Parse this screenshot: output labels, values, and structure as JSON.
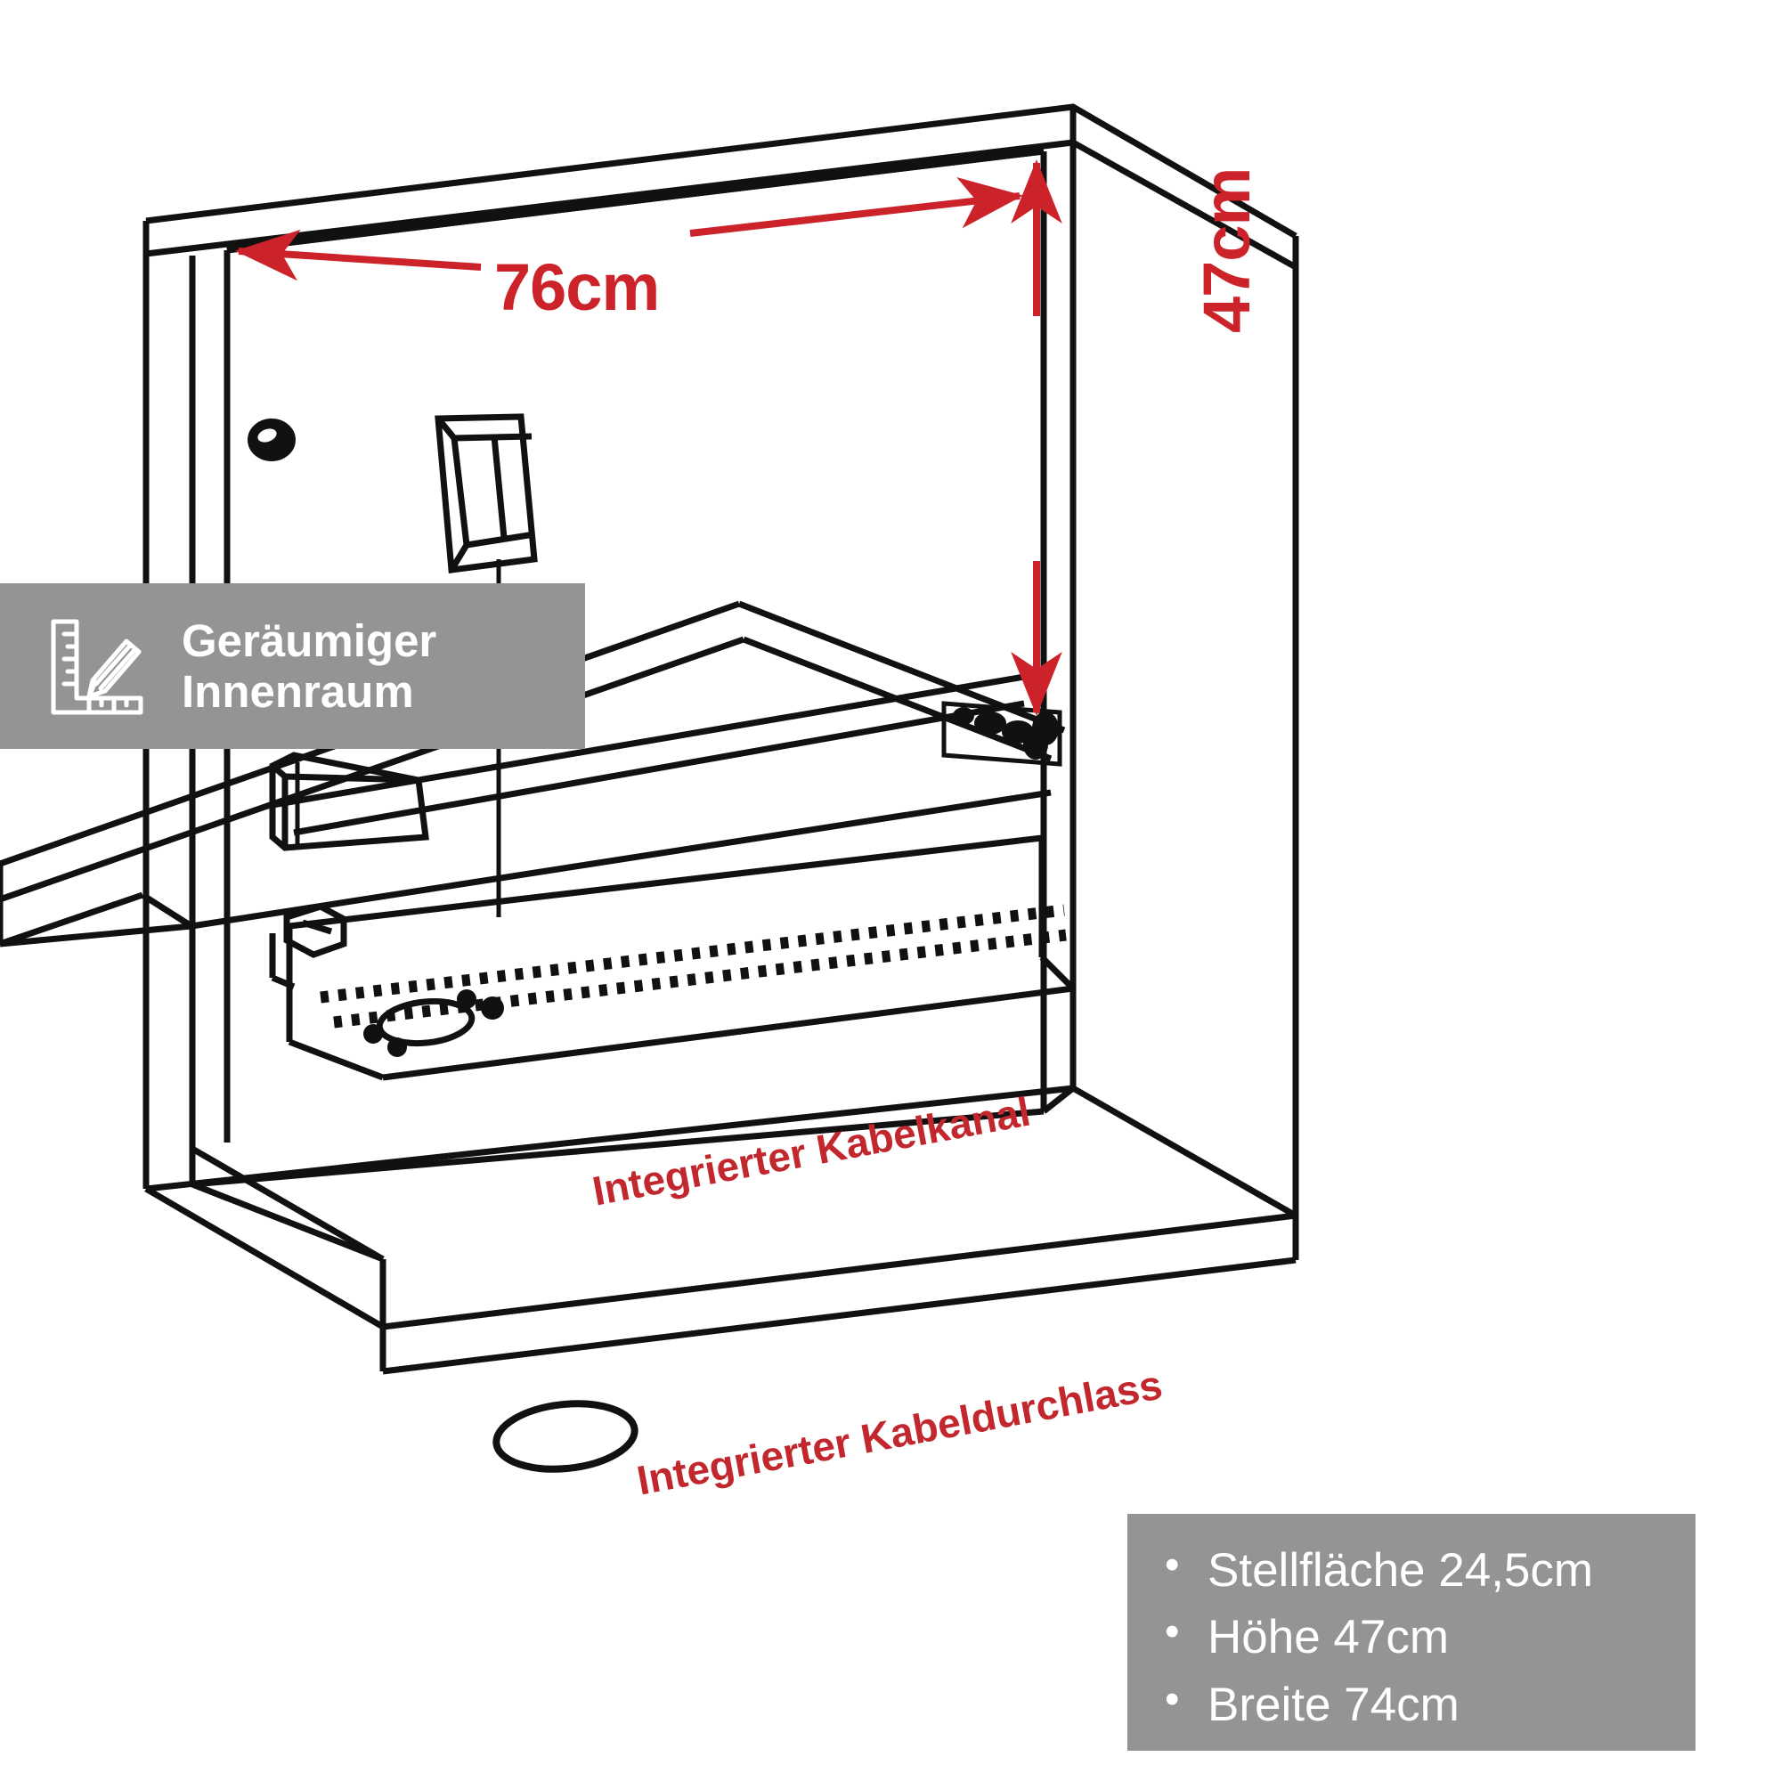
{
  "product": {
    "type": "Wandsekretär / wall-mounted folding desk",
    "view": "isometric technical line drawing, drop-down desk flap open"
  },
  "colors": {
    "dimension_red": "#cc2229",
    "callout_red": "#c1272d",
    "badge_grey": "#949494",
    "line_black": "#111111",
    "background": "#ffffff",
    "text_white": "#ffffff"
  },
  "dimensions": {
    "width": {
      "label": "76cm",
      "arrow": "double-headed-horizontal-arrow",
      "position": "top interior of cabinet"
    },
    "height": {
      "label": "47cm",
      "arrow": "double-headed-vertical-arrow",
      "position": "right interior of cabinet",
      "rotation_deg": -90
    }
  },
  "feature_badge": {
    "icon": "ruler-pencil-icon",
    "line1": "Geräumiger",
    "line2": "Innenraum",
    "text": "Geräumiger\nInnenraum"
  },
  "callouts": [
    {
      "id": "kabelkanal",
      "text": "Integrierter Kabelkanal",
      "rotation_deg": -10.5
    },
    {
      "id": "kabeldurchlass",
      "text": "Integrierter Kabeldurchlass",
      "rotation_deg": -10.5
    }
  ],
  "spec_box": {
    "items": [
      "Stellfläche 24,5cm",
      "Höhe 47cm",
      "Breite 74cm"
    ]
  },
  "drawing_parts": {
    "top_panel": "cabinet top board",
    "left_side_panel": "cabinet left side board",
    "right_side_panel": "cabinet right side board",
    "back_panel": "cabinet back panel",
    "bottom_panel": "cabinet bottom board",
    "desk_flap": "fold-down desk surface",
    "hinge_left": "left flap hinge",
    "hinge_right": "right flap hinge",
    "cable_channel": "integrated cable channel rail",
    "cable_grommet_hole": "cable pass-through hole in bottom panel",
    "cable_channel_hole": "cable pass-through hole in channel",
    "wall_mount_bracket": "wall mounting bracket",
    "screw_hole": "mounting screw hole"
  }
}
